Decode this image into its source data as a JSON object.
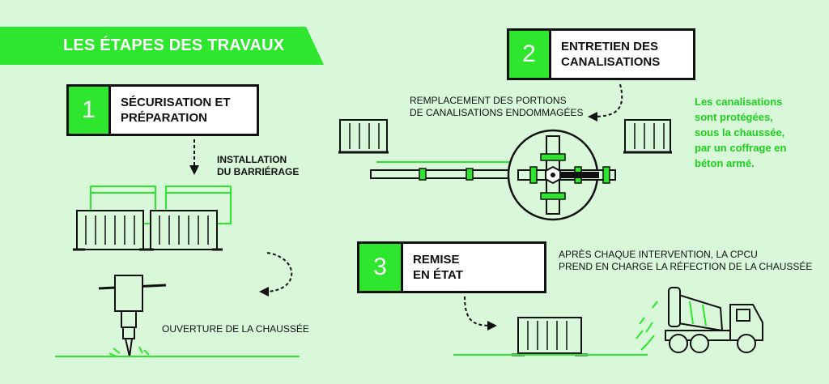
{
  "banner": {
    "title": "LES ÉTAPES DES TRAVAUX"
  },
  "steps": [
    {
      "number": "1",
      "title": "SÉCURISATION ET\nPRÉPARATION"
    },
    {
      "number": "2",
      "title": "ENTRETIEN DES\nCANALISATIONS"
    },
    {
      "number": "3",
      "title": "REMISE\nEN ÉTAT"
    }
  ],
  "labels": {
    "barriers": "INSTALLATION\nDU BARRIÉRAGE",
    "opening": "OUVERTURE DE LA CHAUSSÉE",
    "replacement": "REMPLACEMENT DES PORTIONS\nDE CANALISATIONS ENDOMMAGÉES",
    "note": "Les canalisations\nsont protégées,\nsous la chaussée,\npar un coffrage en\nbéton armé.",
    "after": "APRÈS CHAQUE INTERVENTION, LA CPCU\nPREND EN CHARGE LA RÉFECTION DE LA CHAUSSÉE"
  },
  "colors": {
    "green": "#2ee62e",
    "background": "#d9f8d9",
    "ink": "#111111"
  }
}
